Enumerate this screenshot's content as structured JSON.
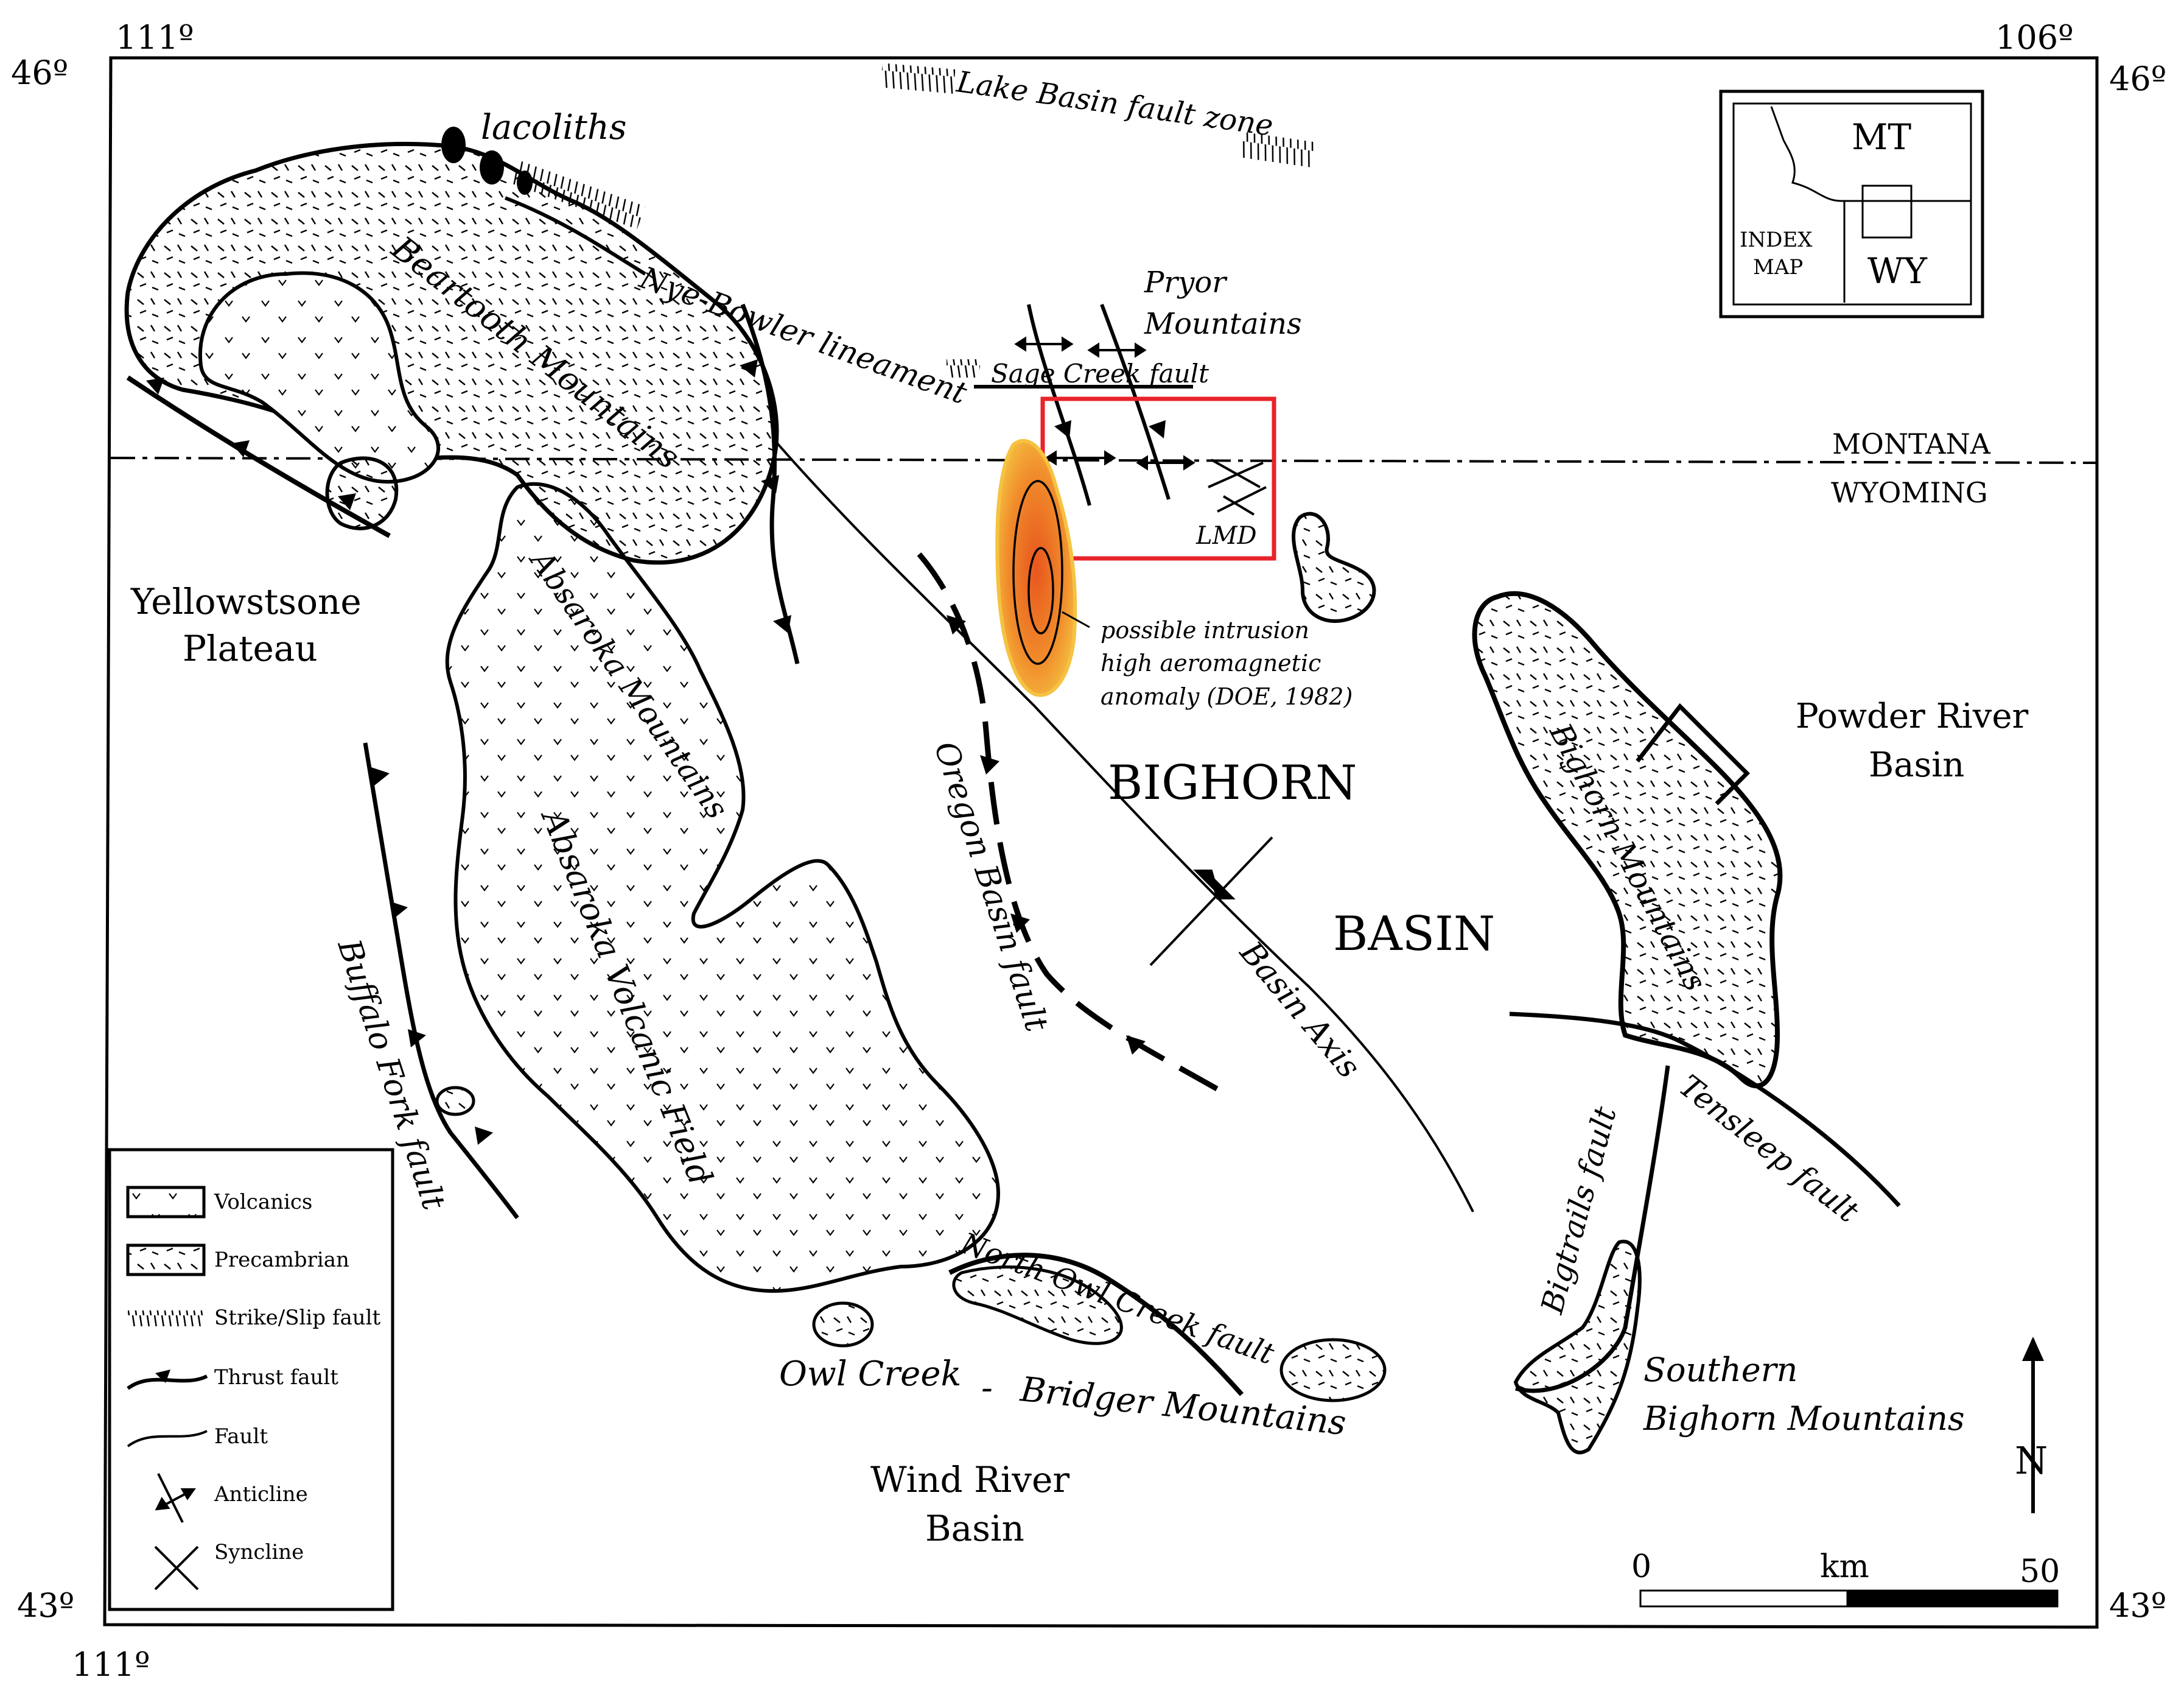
{
  "corners": {
    "lon_top_left": "111º",
    "lon_top_right": "106º",
    "lat_top_left": "46º",
    "lat_top_right": "46º",
    "lat_bottom_left": "43º",
    "lat_bottom_right": "43º",
    "lon_bottom_left": "111º"
  },
  "labels": {
    "lacoliths": "lacoliths",
    "lake_basin": "Lake Basin fault zone",
    "nye_bowler": "Nye-Bowler lineament",
    "beartooth": "Beartooth Mountains",
    "pryor_1": "Pryor",
    "pryor_2": "Mountains",
    "sage_creek_1": "Sage Creek",
    "sage_creek_2": "fault",
    "montana": "MONTANA",
    "wyoming": "WYOMING",
    "lmd": "LMD",
    "yellowstone_1": "Yellowstsone",
    "yellowstone_2": "Plateau",
    "absaroka_mtns": "Absaroka Mountains",
    "intrusion_1": "possible intrusion",
    "intrusion_2": "high aeromagnetic",
    "intrusion_3": "anomaly (DOE, 1982)",
    "bighorn": "BIGHORN",
    "basin": "BASIN",
    "powder_1": "Powder River",
    "powder_2": "Basin",
    "oregon_basin": "Oregon Basin fault",
    "absaroka_volcanic": "Absaroka Volcanic Field",
    "buffalo_fork": "Buffalo Fork fault",
    "basin_axis": "Basin Axis",
    "bighorn_mtns": "Bighorn Mountains",
    "tensleep": "Tensleep fault",
    "bigtrails": "Bigtrails fault",
    "north_owl": "North Owl Creek fault",
    "owl_creek": "Owl Creek",
    "dash": "-",
    "bridger": "Bridger Mountains",
    "southern_1": "Southern",
    "southern_2": "Bighorn Mountains",
    "wind_river_1": "Wind River",
    "wind_river_2": "Basin",
    "north": "N"
  },
  "index_map": {
    "mt": "MT",
    "wy": "WY",
    "index_1": "INDEX",
    "index_2": "MAP"
  },
  "scale_bar": {
    "zero": "0",
    "unit": "km",
    "max": "50"
  },
  "legend": [
    {
      "key": "volcanics",
      "label": "Volcanics"
    },
    {
      "key": "precambrian",
      "label": "Precambrian"
    },
    {
      "key": "strike_slip",
      "label": "Strike/Slip fault"
    },
    {
      "key": "thrust",
      "label": "Thrust fault"
    },
    {
      "key": "fault",
      "label": "Fault"
    },
    {
      "key": "anticline",
      "label": "Anticline"
    },
    {
      "key": "syncline",
      "label": "Syncline"
    }
  ],
  "colors": {
    "study_area_box": "#e8232a",
    "anomaly_outer": "#f5c242",
    "anomaly_inner": "#e8561e"
  },
  "icons": [
    "north-arrow-icon",
    "anticline-symbol-icon",
    "syncline-symbol-icon",
    "thrust-fault-symbol-icon"
  ]
}
